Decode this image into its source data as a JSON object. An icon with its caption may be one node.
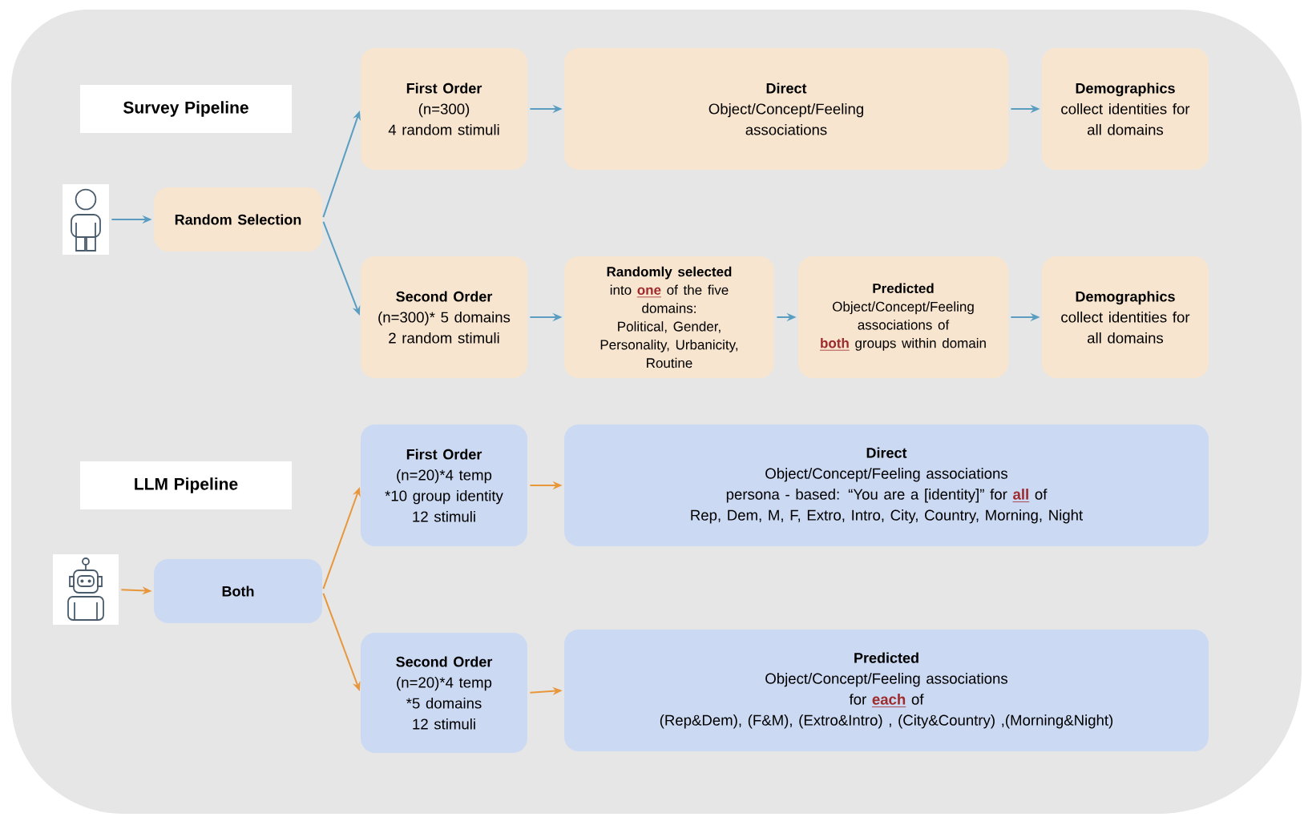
{
  "diagram": {
    "nodes": [
      {
        "text": [
          "Survey Pipeline"
        ]
      },
      {
        "text": [],
        "shape": "person"
      },
      {
        "text": [
          "Random Selection"
        ]
      },
      {
        "text": [
          "First Order",
          "(n=300) 4 random stimuli"
        ]
      },
      {
        "text": [
          "Direct",
          "Object/Concept/Feeling associations"
        ]
      },
      {
        "text": [
          "Demographics",
          "collect identities for all domains"
        ]
      },
      {
        "text": [
          "Second Order",
          "(n=300)* 5 domains 2 random stimuli"
        ]
      },
      {
        "text": [
          "Randomly selected",
          "into **one** of the five domains: Political, Gender, Personality, Urbanicity, Routine"
        ]
      },
      {
        "text": [
          "Predicted",
          "Object/Concept/Feeling associations of **both** groups within domain"
        ]
      },
      {
        "text": [
          "Demographics",
          "collect identities for all domains"
        ]
      },
      {
        "text": [
          "LLM Pipeline"
        ]
      },
      {
        "text": [],
        "shape": "robot"
      },
      {
        "text": [
          "Both"
        ]
      },
      {
        "text": [
          "First Order",
          "(n=20)*4 temp *10 group identity 12 stimuli"
        ]
      },
      {
        "text": [
          "Direct",
          "Object/Concept/Feeling associations persona - based: “You are a [identity]” for **all** of Rep, Dem, M, F, Extro, Intro, City, Country, Morning, Night"
        ]
      },
      {
        "text": [
          "Second Order",
          "(n=20)*4 temp *5 domains 12 stimuli"
        ]
      },
      {
        "text": [
          "Predicted",
          "Object/Concept/Feeling associations for **each** of (Rep&Dem), (F&M), (Extro&Intro) , (City&Country) ,(Morning&Night)"
        ]
      }
    ],
    "edges": [
      {
        "from": 1,
        "to": 2,
        "arrow": "to"
      },
      {
        "from": 2,
        "to": 3,
        "arrow": "to"
      },
      {
        "from": 2,
        "to": 6,
        "arrow": "to"
      },
      {
        "from": 3,
        "to": 4,
        "arrow": "to"
      },
      {
        "from": 4,
        "to": 5,
        "arrow": "to"
      },
      {
        "from": 6,
        "to": 7,
        "arrow": "to"
      },
      {
        "from": 7,
        "to": 8,
        "arrow": "to"
      },
      {
        "from": 8,
        "to": 9,
        "arrow": "to"
      },
      {
        "from": 11,
        "to": 12,
        "arrow": "to",
        "color": "#e8963a"
      },
      {
        "from": 12,
        "to": 13,
        "arrow": "to",
        "color": "#e8963a"
      },
      {
        "from": 12,
        "to": 15,
        "arrow": "to",
        "color": "#e8963a"
      },
      {
        "from": 13,
        "to": 14,
        "arrow": "to",
        "color": "#e8963a"
      },
      {
        "from": 15,
        "to": 16,
        "arrow": "to",
        "color": "#e8963a"
      }
    ]
  }
}
